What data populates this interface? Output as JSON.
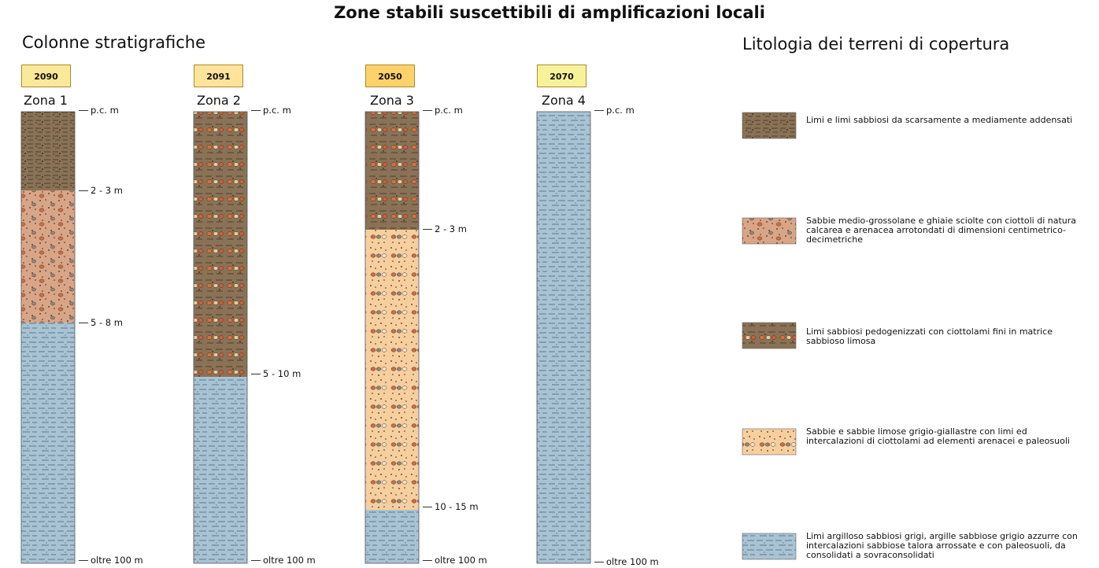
{
  "title": "Zone stabili suscettibili di amplificazioni locali",
  "columns_title": "Colonne stratigrafiche",
  "legend_title": "Litologia dei terreni di copertura",
  "colors": {
    "limi_brown": "#8a7256",
    "sabbie_pink": "#d9a587",
    "limi_ciottolami": "#8a7256",
    "sabbie_yellow": "#f7cf9f",
    "argille_blue": "#a8c4d4",
    "code_2090": "#fbe99a",
    "code_2091": "#fde49a",
    "code_2050": "#fdd26a",
    "code_2070": "#f6f29a"
  },
  "zones": [
    {
      "code": "2090",
      "name": "Zona 1",
      "depths": [
        "p.c. m",
        "2 - 3 m",
        "5 - 8 m",
        "oltre 100 m"
      ]
    },
    {
      "code": "2091",
      "name": "Zona 2",
      "depths": [
        "p.c. m",
        "5 - 10 m",
        "oltre 100 m"
      ]
    },
    {
      "code": "2050",
      "name": "Zona 3",
      "depths": [
        "p.c. m",
        "2 - 3 m",
        "10 - 15 m",
        "oltre 100 m"
      ]
    },
    {
      "code": "2070",
      "name": "Zona 4",
      "depths": [
        "p.c. m",
        "oltre 100 m"
      ]
    }
  ],
  "legend": [
    {
      "pattern": "limi",
      "text": "Limi e limi sabbiosi da scarsamente a mediamente addensati"
    },
    {
      "pattern": "sabbie-ghiaie",
      "text": "Sabbie medio-grossolane e ghiaie sciolte con ciottoli di natura calcarea e arenacea arrotondati di dimensioni centimetrico-decimetriche"
    },
    {
      "pattern": "limi-ciottolami",
      "text": "Limi sabbiosi pedogenizzati con ciottolami fini in matrice sabbioso limosa"
    },
    {
      "pattern": "sabbie-limose",
      "text": "Sabbie e sabbie limose grigio-giallastre con limi ed intercalazioni di ciottolami ad elementi arenacei e paleosuoli"
    },
    {
      "pattern": "argille",
      "text": "Limi argilloso sabbiosi grigi, argille sabbiose grigio azzurre con intercalazioni sabbiose talora arrossate e con paleosuoli, da consolidati a sovraconsolidati"
    }
  ]
}
